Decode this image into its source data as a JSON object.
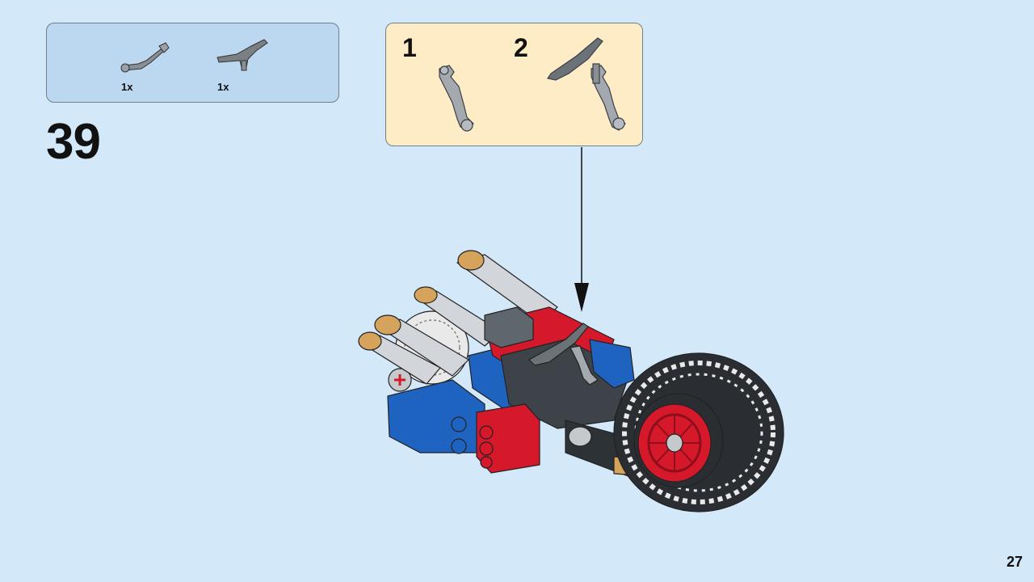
{
  "parts": [
    {
      "icon": "lever-part-icon",
      "qty": "1x"
    },
    {
      "icon": "handlebar-part-icon",
      "qty": "1x"
    }
  ],
  "step_number": "39",
  "substeps": [
    "1",
    "2"
  ],
  "page_number": "27",
  "colors": {
    "background": "#d3e8f8",
    "parts_box": "#bcd8f1",
    "substep_box": "#fdecc6",
    "brick_red": "#d5182a",
    "brick_blue": "#1f63c1",
    "light_gray": "#a3a9ae",
    "dark_gray": "#5f666d",
    "tan": "#d6a35c"
  }
}
